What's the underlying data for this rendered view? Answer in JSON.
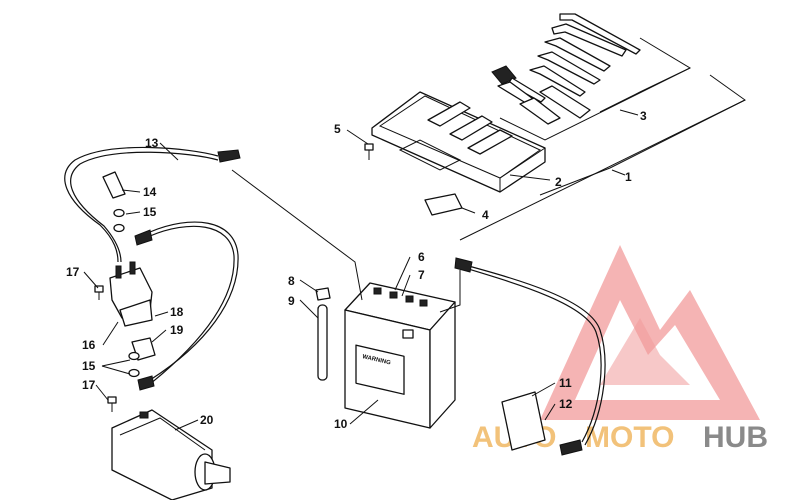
{
  "callouts": [
    {
      "id": "c1",
      "label": "1"
    },
    {
      "id": "c2",
      "label": "2"
    },
    {
      "id": "c3",
      "label": "3"
    },
    {
      "id": "c4",
      "label": "4"
    },
    {
      "id": "c5",
      "label": "5"
    },
    {
      "id": "c6",
      "label": "6"
    },
    {
      "id": "c7",
      "label": "7"
    },
    {
      "id": "c8",
      "label": "8"
    },
    {
      "id": "c9",
      "label": "9"
    },
    {
      "id": "c10",
      "label": "10"
    },
    {
      "id": "c11",
      "label": "11"
    },
    {
      "id": "c12",
      "label": "12"
    },
    {
      "id": "c13",
      "label": "13"
    },
    {
      "id": "c14",
      "label": "14"
    },
    {
      "id": "c15a",
      "label": "15"
    },
    {
      "id": "c15b",
      "label": "15"
    },
    {
      "id": "c16",
      "label": "16"
    },
    {
      "id": "c17a",
      "label": "17"
    },
    {
      "id": "c17b",
      "label": "17"
    },
    {
      "id": "c18",
      "label": "18"
    },
    {
      "id": "c19",
      "label": "19"
    },
    {
      "id": "c20",
      "label": "20"
    }
  ],
  "battery": {
    "warning_label": "WARNING"
  },
  "watermark": {
    "auto": "AUTO",
    "moto": "MOTO",
    "hub": "HUB"
  },
  "colors": {
    "watermark_red": "#e85a5a",
    "watermark_orange": "#f4b95a",
    "watermark_gray": "#8a8a8a"
  }
}
